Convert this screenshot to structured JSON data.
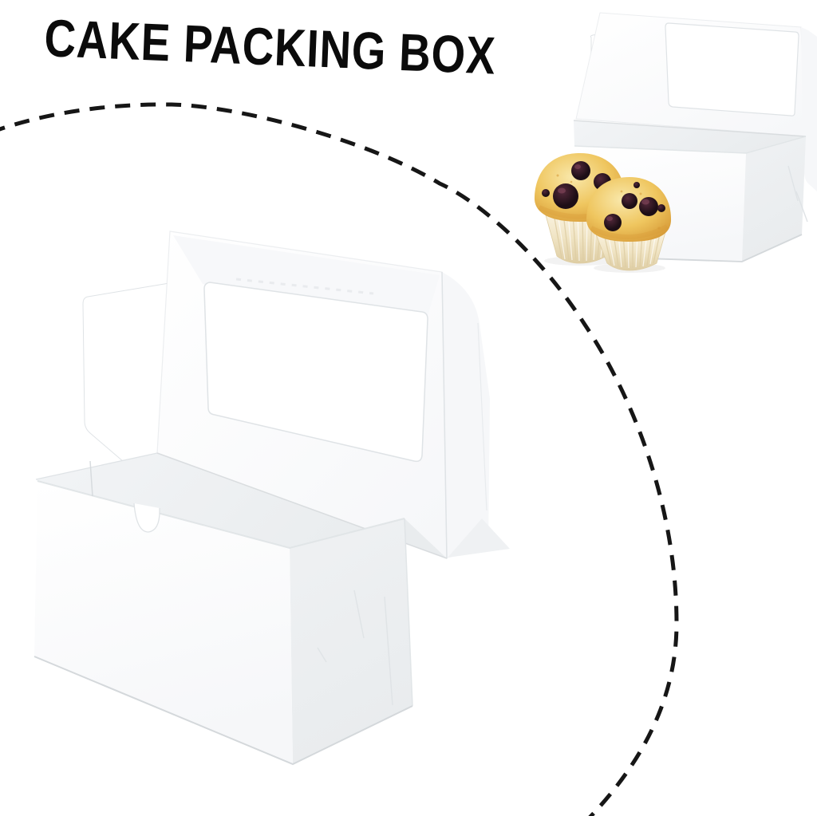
{
  "title": {
    "text": "CAKE PACKING BOX"
  },
  "scene": {
    "objects": {
      "annotation": "dashed-circle",
      "large_box": "white cake box with clear window, lid open",
      "inset_box": "white cake box with window shown in use",
      "muffins": "blueberry muffins"
    },
    "muffin_count": 2
  },
  "colors": {
    "background": "#ffffff",
    "title_ink": "#0b0b0b",
    "dash": "#161616",
    "paper": "#ffffff",
    "paper_shade_light": "#f6f7f9",
    "paper_shade": "#eff1f3",
    "paper_shade_deep": "#e9ecee",
    "paper_interior": "#f2f4f6",
    "paper_edge": "#dfe3e6",
    "paper_edge_deep": "#d4d8db",
    "muffin_highlight": "#f9e8ab",
    "muffin_gold": "#efc65f",
    "muffin_brown": "#d69936",
    "berry_rim": "#8a4b60",
    "berry_mid": "#53283a",
    "berry_core": "#1d0e16",
    "liner_light": "#faf3e0",
    "liner_cream": "#f0e4c4",
    "liner_shade": "#decda3"
  }
}
